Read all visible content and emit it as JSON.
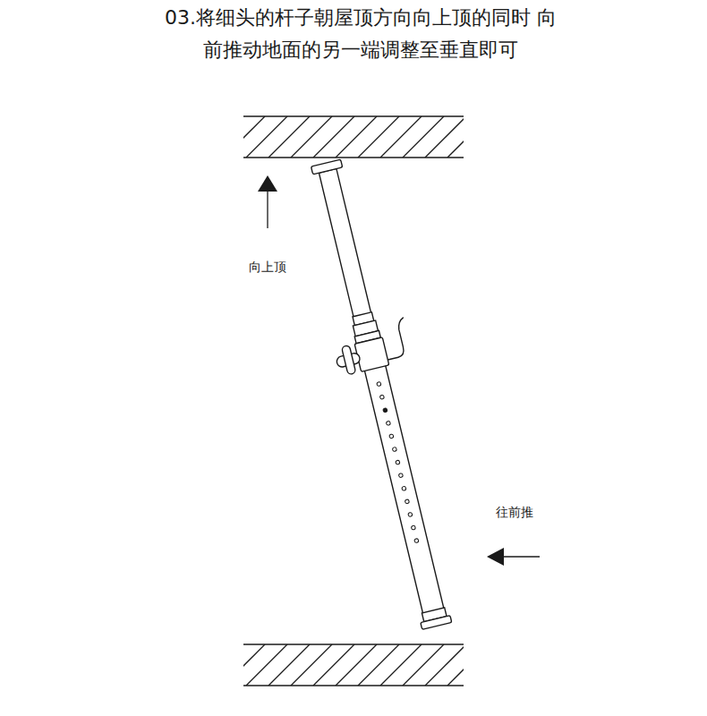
{
  "diagram": {
    "title": "03.将细头的杆子朝屋顶方向向上顶的同时 向前推动地面的另一端调整至垂直即可",
    "labels": [
      "向上顶",
      "往前推"
    ]
  }
}
